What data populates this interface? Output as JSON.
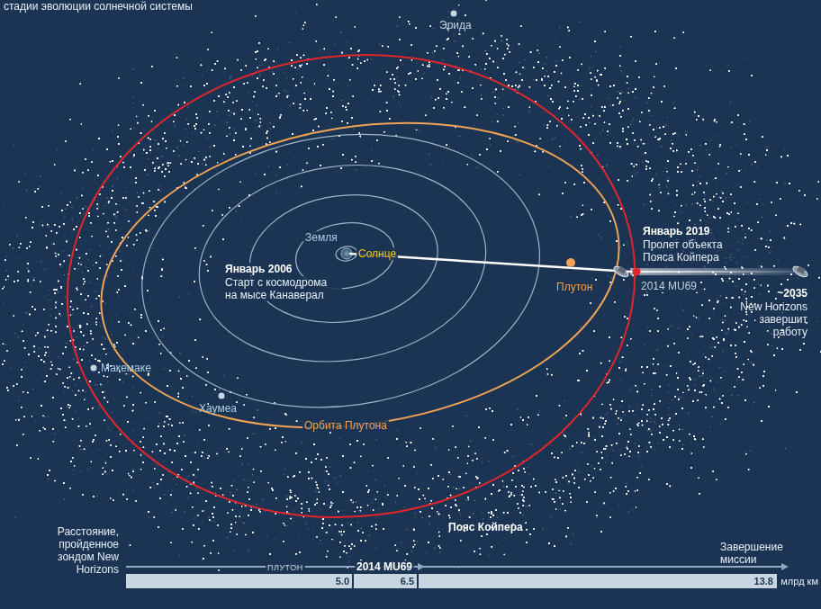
{
  "diagram": {
    "labels": [
      "стадии эволюции солнечной системы",
      "Эрида",
      "Земля",
      "Солнце",
      "Январь 2006",
      "Старт с космодрома на мысе Канаверал",
      "Плутон",
      "Январь 2019",
      "Пролет объекта Пояса Койпера",
      "2014 MU69",
      "~2035",
      "New Horizons завершит работу",
      "Макемаке",
      "Хаумеа",
      "Орбита Плутона",
      "Пояс Койпера",
      "Расстояние, пройденное зондом New Horizons",
      "ПЛУТОН",
      "2014 MU69",
      "Завершение миссии",
      "5.0",
      "6.5",
      "13.8",
      "млрд км"
    ]
  }
}
